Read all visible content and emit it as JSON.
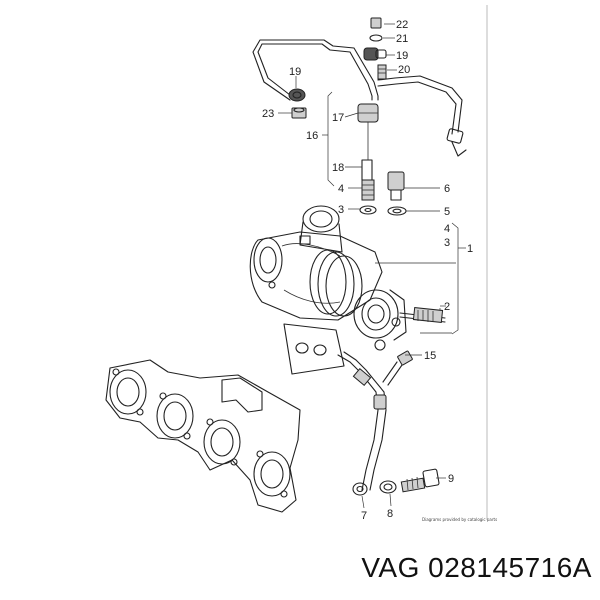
{
  "callouts": {
    "c22": "22",
    "c21": "21",
    "c19a": "19",
    "c20": "20",
    "c19b": "19",
    "c23": "23",
    "c17": "17",
    "c16": "16",
    "c18": "18",
    "c4a": "4",
    "c6": "6",
    "c3a": "3",
    "c5": "5",
    "c4b": "4",
    "c3b": "3",
    "c1": "1",
    "c2": "2",
    "c15": "15",
    "c9": "9",
    "c7": "7",
    "c8": "8"
  },
  "credit": "Diagrams provided by catalogic parts",
  "caption": "VAG 028145716A"
}
